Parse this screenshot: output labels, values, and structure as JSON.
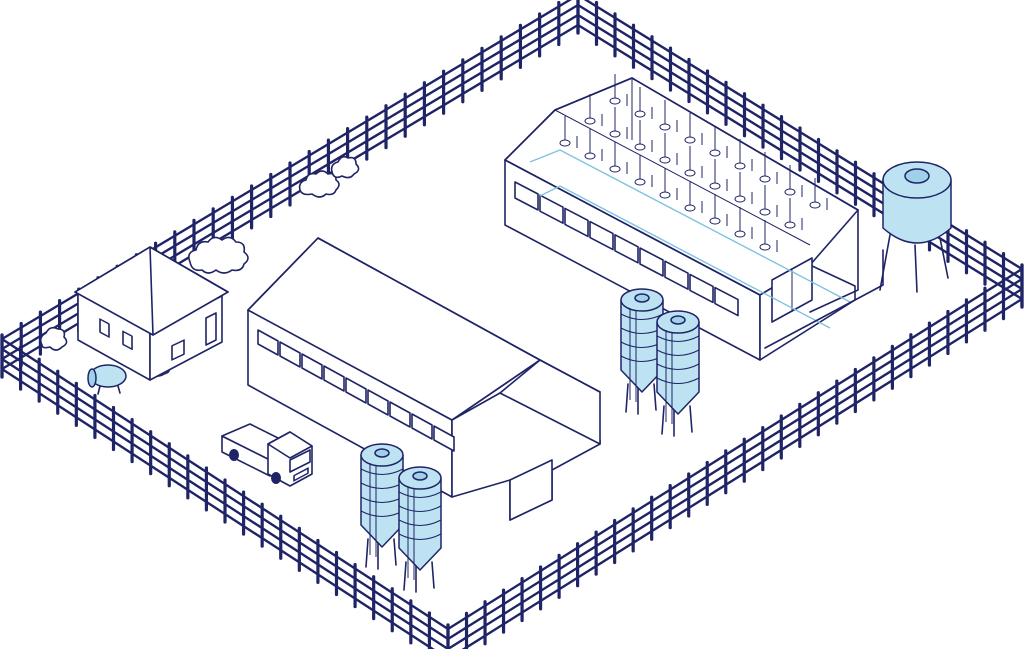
{
  "colors": {
    "ink": "#1f2466",
    "tank_fill": "#bde3f2",
    "tank_shade": "#9fd1e8",
    "pipe": "#7fc3e0",
    "background": "#ffffff"
  },
  "icons": [
    "fence",
    "farmhouse",
    "storage-shed",
    "poultry-barn",
    "feed-silo",
    "water-tower",
    "pickup-truck",
    "fuel-tank",
    "bush"
  ]
}
